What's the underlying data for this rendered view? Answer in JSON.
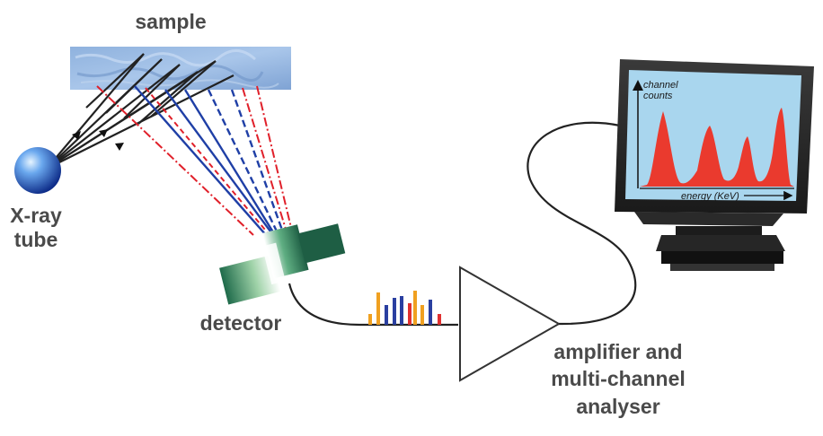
{
  "labels": {
    "sample": "sample",
    "xray_line1": "X-ray",
    "xray_line2": "tube",
    "detector": "detector",
    "amp_line1": "amplifier and",
    "amp_line2": "multi-channel",
    "amp_line3": "analyser"
  },
  "screen": {
    "ylabel_line1": "channel",
    "ylabel_line2": "counts",
    "xlabel": "energy (KeV)"
  },
  "colors": {
    "primary_ray": "#222222",
    "fluor_red": "#e0202a",
    "fluor_blue": "#1f3fa6",
    "spectrum_fill": "#ea3a2e",
    "screen_bg": "#a9d6ee",
    "pulse_orange": "#f0a020",
    "pulse_blue": "#2a3fa0",
    "pulse_red": "#e03030"
  }
}
